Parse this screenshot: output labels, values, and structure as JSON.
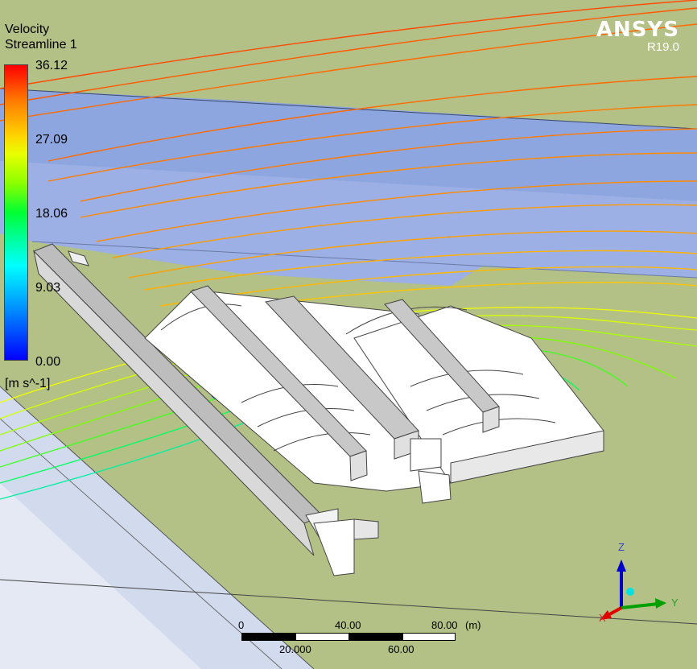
{
  "legend": {
    "title": "Velocity",
    "subtitle": "Streamline 1",
    "ticks": [
      "36.12",
      "27.09",
      "18.06",
      "9.03",
      "0.00"
    ],
    "unit": "[m s^-1]"
  },
  "brand": {
    "name": "ANSYS",
    "version": "R19.0"
  },
  "scale": {
    "top_labels": [
      "0",
      "40.00",
      "80.00",
      "(m)"
    ],
    "bottom_labels": [
      "20.000",
      "60.00"
    ]
  },
  "triad": {
    "x": "X",
    "y": "Y",
    "z": "Z"
  },
  "colors": {
    "ground": "#b3c086",
    "water": "#8ea6e0",
    "structure": "#ffffff",
    "structure_shade": "#bdbdbd",
    "stream_fast": "#ff5a00",
    "stream_mid": "#d7ff00",
    "stream_slow": "#0040ff"
  }
}
